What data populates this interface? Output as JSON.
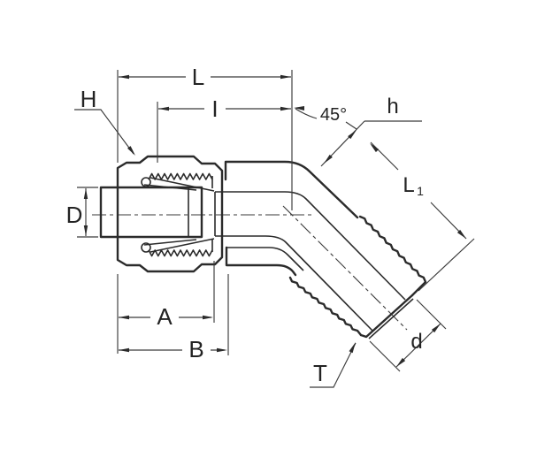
{
  "drawing": {
    "type": "technical-dimension-diagram",
    "subject": "45-degree male elbow tube fitting cross-section",
    "labels": {
      "L": "L",
      "I": "I",
      "H": "H",
      "D": "D",
      "A": "A",
      "B": "B",
      "T": "T",
      "h": "h",
      "d": "d",
      "angle": "45°",
      "L1_base": "L",
      "L1_sub": "1"
    },
    "colors": {
      "line": "#2b2b2b",
      "dim_line": "#3a3a3a",
      "background": "#ffffff"
    }
  }
}
